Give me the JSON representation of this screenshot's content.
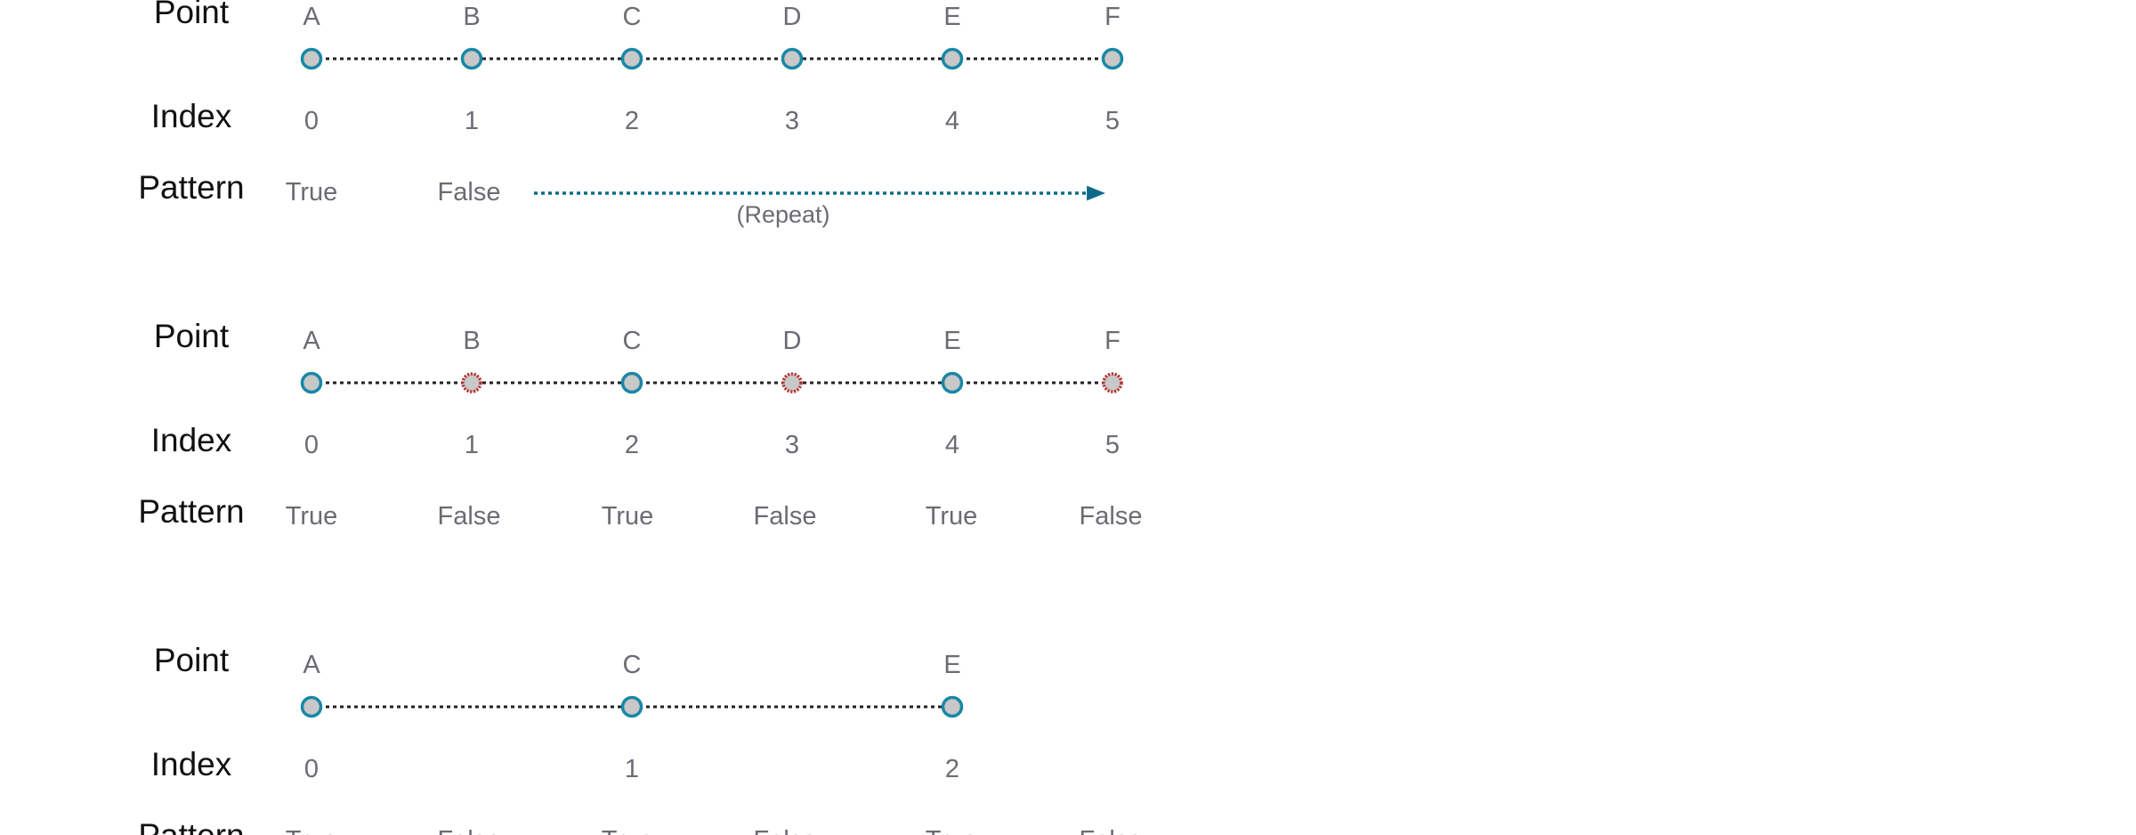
{
  "labels": {
    "point": "Point",
    "index": "Index",
    "pattern": "Pattern"
  },
  "colors": {
    "kept_stroke": "#1a87a6",
    "dropped_stroke": "#b83232",
    "node_fill": "#c8c8c8",
    "line": "#222222",
    "arrow": "#0d6b8a",
    "text_gray": "#6b6b73"
  },
  "panels": [
    {
      "id": "original",
      "points": [
        {
          "name": "A",
          "index": "0",
          "state": "kept"
        },
        {
          "name": "B",
          "index": "1",
          "state": "kept"
        },
        {
          "name": "C",
          "index": "2",
          "state": "kept"
        },
        {
          "name": "D",
          "index": "3",
          "state": "kept"
        },
        {
          "name": "E",
          "index": "4",
          "state": "kept"
        },
        {
          "name": "F",
          "index": "5",
          "state": "kept"
        }
      ],
      "pattern": [
        "True",
        "False"
      ],
      "repeat_label": "(Repeat)"
    },
    {
      "id": "applied",
      "points": [
        {
          "name": "A",
          "index": "0",
          "state": "kept"
        },
        {
          "name": "B",
          "index": "1",
          "state": "dropped"
        },
        {
          "name": "C",
          "index": "2",
          "state": "kept"
        },
        {
          "name": "D",
          "index": "3",
          "state": "dropped"
        },
        {
          "name": "E",
          "index": "4",
          "state": "kept"
        },
        {
          "name": "F",
          "index": "5",
          "state": "dropped"
        }
      ],
      "pattern": [
        "True",
        "False",
        "True",
        "False",
        "True",
        "False"
      ]
    },
    {
      "id": "result",
      "points": [
        {
          "name": "A",
          "index": "0",
          "state": "kept",
          "slot": 0
        },
        {
          "name": "C",
          "index": "1",
          "state": "kept",
          "slot": 2
        },
        {
          "name": "E",
          "index": "2",
          "state": "kept",
          "slot": 4
        }
      ],
      "pattern": [
        "True",
        "False",
        "True",
        "False",
        "True",
        "False"
      ]
    }
  ]
}
